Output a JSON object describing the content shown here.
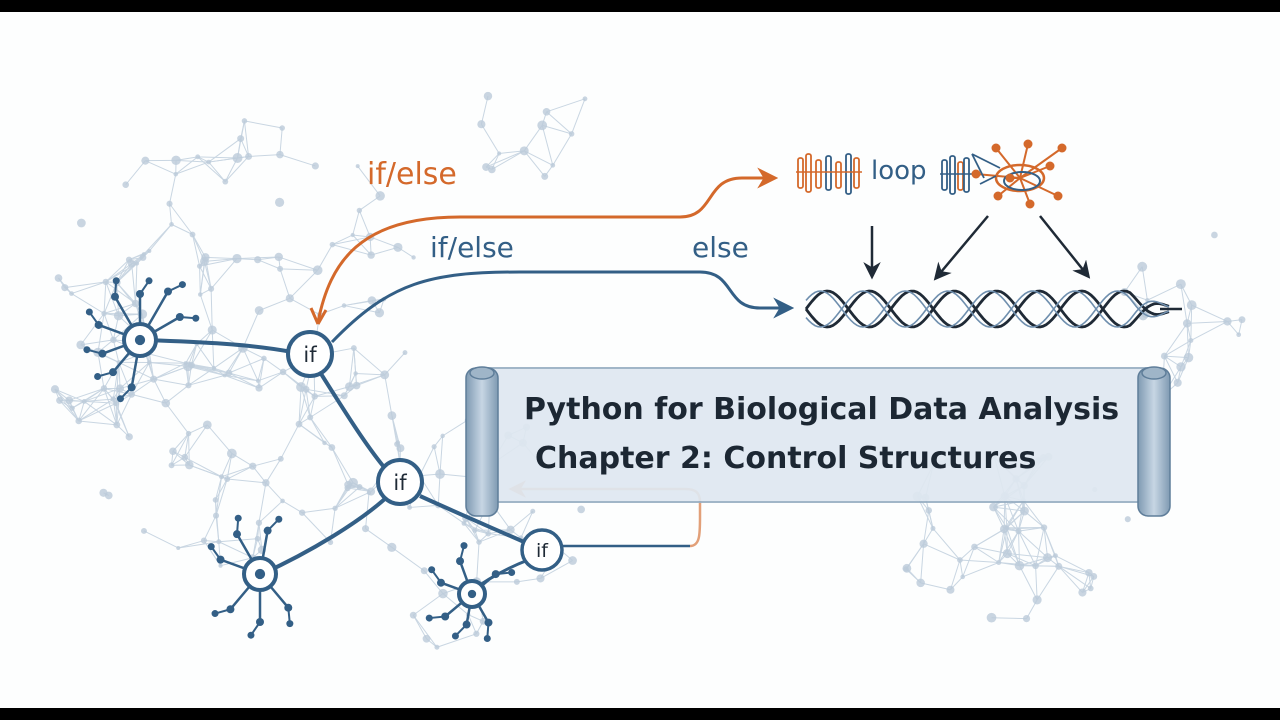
{
  "labels": {
    "orange_ifelse": "if/else",
    "blue_ifelse": "if/else",
    "else": "else",
    "loop": "loop"
  },
  "nodes": [
    "if",
    "if",
    "if"
  ],
  "banner": {
    "line1": "Python for Biological Data Analysis",
    "line2": "Chapter 2: Control Structures"
  },
  "colors": {
    "blue": "#335f86",
    "orange": "#d4692b",
    "dna_dark": "#1f2a36",
    "banner_fill": "#dfe8f1",
    "network": "#c3d1de"
  }
}
